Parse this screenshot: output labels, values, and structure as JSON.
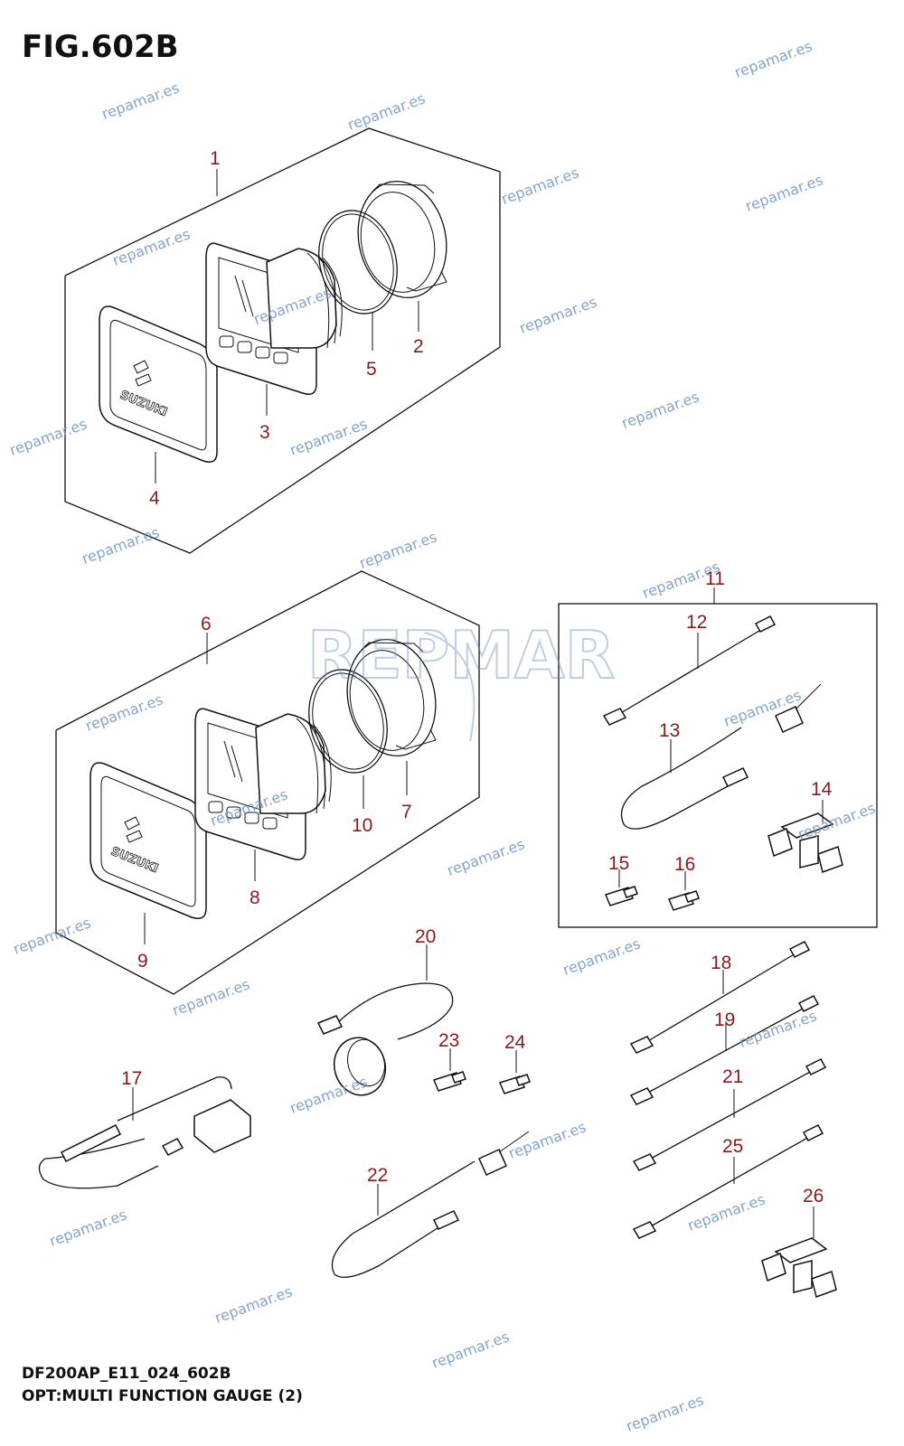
{
  "figure": {
    "title": "FIG.602B",
    "code": "DF200AP_E11_024_602B",
    "caption": "OPT:MULTI FUNCTION GAUGE (2)"
  },
  "callouts": {
    "c1": "1",
    "c2": "2",
    "c3": "3",
    "c4": "4",
    "c5": "5",
    "c6": "6",
    "c7": "7",
    "c8": "8",
    "c9": "9",
    "c10": "10",
    "c11": "11",
    "c12": "12",
    "c13": "13",
    "c14": "14",
    "c15": "15",
    "c16": "16",
    "c17": "17",
    "c18": "18",
    "c19": "19",
    "c20": "20",
    "c21": "21",
    "c22": "22",
    "c23": "23",
    "c24": "24",
    "c25": "25",
    "c26": "26"
  },
  "cover_text": "SUZUKI",
  "watermark": {
    "text": "repamar.es",
    "logo_text": "REPMAR",
    "color": "#6d93c8"
  },
  "colors": {
    "callout": "#8b1a1a",
    "line": "#111111"
  }
}
